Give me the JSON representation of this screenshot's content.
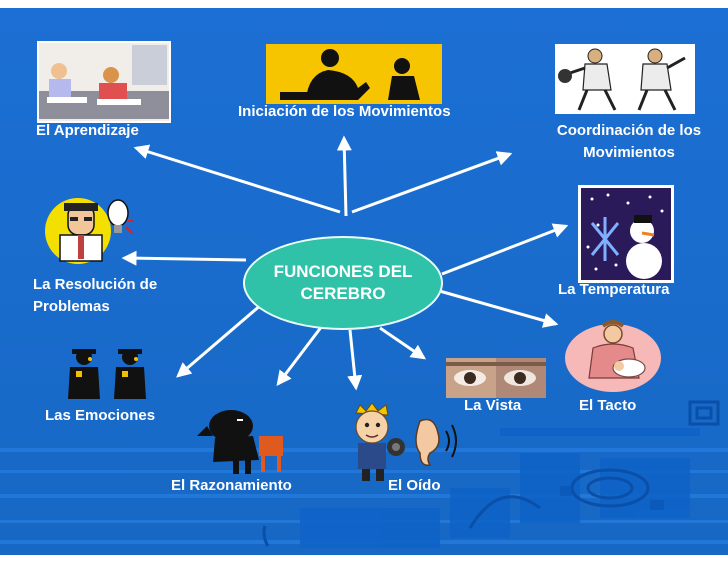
{
  "diagram": {
    "center": "FUNCIONES DEL CEREBRO",
    "nodes": [
      {
        "id": "aprendizaje",
        "label": "El Aprendizaje",
        "icon": "students-writing-icon"
      },
      {
        "id": "iniciacion",
        "label": "Iniciación de los Movimientos",
        "icon": "adult-child-silhouette-icon"
      },
      {
        "id": "coordinacion",
        "label": "Coordinación de los Movimientos",
        "icon": "basketball-players-icon"
      },
      {
        "id": "resolucion",
        "label": "La Resolución de Problemas",
        "icon": "lightbulb-idea-icon"
      },
      {
        "id": "temperatura",
        "label": "La Temperatura",
        "icon": "snowman-icon"
      },
      {
        "id": "tacto",
        "label": "El Tacto",
        "icon": "mother-baby-icon"
      },
      {
        "id": "vista",
        "label": "La Vista",
        "icon": "eyes-icon"
      },
      {
        "id": "emociones",
        "label": "Las Emociones",
        "icon": "two-figures-icon"
      },
      {
        "id": "razonamiento",
        "label": "El Razonamiento",
        "icon": "thinking-figure-icon"
      },
      {
        "id": "oido",
        "label": "El Oído",
        "icon": "boy-ear-icon"
      }
    ]
  },
  "colors": {
    "background": "#1b6fd0",
    "ellipse": "#2fc2a8",
    "text": "#ffffff",
    "arrow": "#ffffff"
  }
}
